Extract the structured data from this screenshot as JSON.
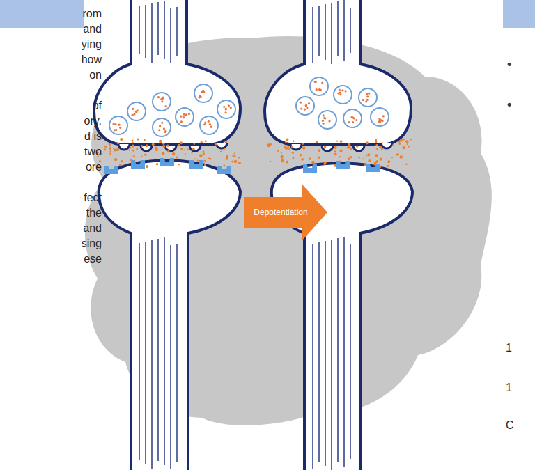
{
  "diagram": {
    "nodes": [
      {
        "text": [
          "Depotentiation"
        ]
      }
    ],
    "labels": [
      "rom",
      "and",
      "ying",
      "how",
      "on",
      "of",
      "ory.",
      "d is",
      "two",
      "ore",
      "fect",
      "the",
      "and",
      "sing",
      "ese",
      "•",
      "•",
      "1",
      "1",
      "C"
    ]
  }
}
